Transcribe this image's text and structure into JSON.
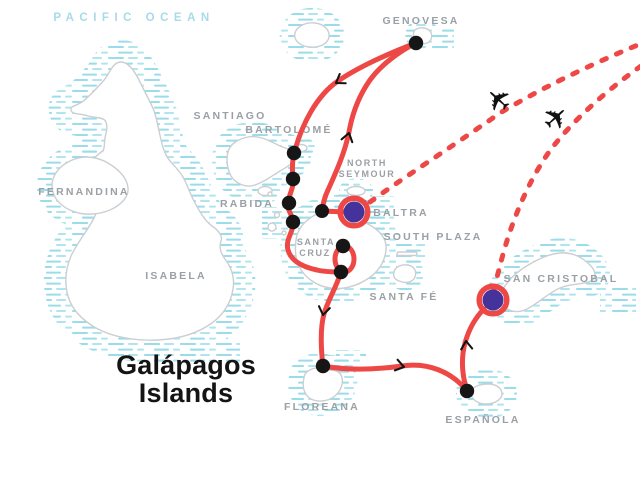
{
  "title": {
    "line1": "Galápagos",
    "line2": "Islands"
  },
  "ocean_label": "PACIFIC OCEAN",
  "island_labels": {
    "genovesa": "GENOVESA",
    "santiago": "SANTIAGO",
    "bartolome": "BARTOLOMÉ",
    "fernandina": "FERNANDINA",
    "north_seymour_line1": "NORTH",
    "north_seymour_line2": "SEYMOUR",
    "rabida": "RABIDA",
    "baltra": "BALTRA",
    "santa_cruz_line1": "SANTA",
    "santa_cruz_line2": "CRUZ",
    "south_plaza": "SOUTH PLAZA",
    "isabela": "ISABELA",
    "santa_fe": "SANTA FÉ",
    "san_cristobal": "SAN CRISTOBAL",
    "floreana": "FLOREANA",
    "espanola": "ESPAÑOLA"
  },
  "route": {
    "style": "cruise itinerary with solid red sea legs and dashed red flight legs",
    "black_stop_dots": 10,
    "airport_markers": [
      "BALTRA",
      "SAN CRISTOBAL"
    ],
    "plane_icons": 2
  },
  "colors": {
    "route_red": "#ee4846",
    "airport_purple": "#45339b",
    "water_hatch_cyan": "#9bdce9",
    "island_outline_gray": "#cbcfd2",
    "label_gray": "#9aa0a5",
    "ocean_label_blue": "#a7dbea",
    "title_black": "#141414",
    "background": "#ffffff"
  }
}
